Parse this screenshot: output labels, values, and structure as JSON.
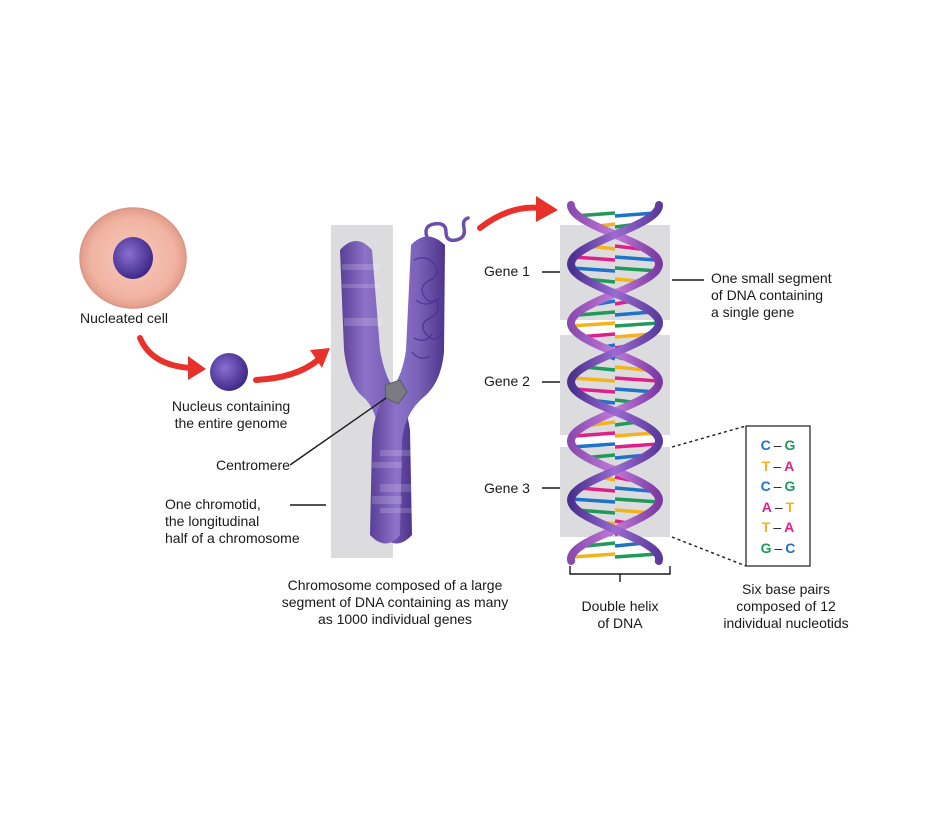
{
  "labels": {
    "nucleated_cell": "Nucleated cell",
    "nucleus": [
      "Nucleus containing",
      "the entire genome"
    ],
    "centromere": "Centromere",
    "chromatid": [
      "One chromotid,",
      "the longitudinal",
      "half of a chromosome"
    ],
    "chromosome_caption": [
      "Chromosome composed of a large",
      "segment of DNA containing as many",
      "as 1000 individual genes"
    ],
    "gene1": "Gene 1",
    "gene2": "Gene 2",
    "gene3": "Gene 3",
    "segment": [
      "One small segment",
      "of DNA containing",
      "a single gene"
    ],
    "helix_caption": [
      "Double helix",
      "of DNA"
    ],
    "base_pairs_caption": [
      "Six base pairs",
      "composed of 12",
      "individual nucleotids"
    ]
  },
  "base_pairs": [
    {
      "left": "C",
      "right": "G"
    },
    {
      "left": "T",
      "right": "A"
    },
    {
      "left": "C",
      "right": "G"
    },
    {
      "left": "A",
      "right": "T"
    },
    {
      "left": "T",
      "right": "A"
    },
    {
      "left": "G",
      "right": "C"
    }
  ],
  "base_colors": {
    "A": "#e0208a",
    "T": "#f2b31c",
    "C": "#1e72c8",
    "G": "#1f9a5a"
  },
  "colors": {
    "arrow": "#e8312a",
    "chromosome": "#6b4fa8",
    "cell": "#f2b8a8",
    "gene_box": "#dcdcde"
  }
}
